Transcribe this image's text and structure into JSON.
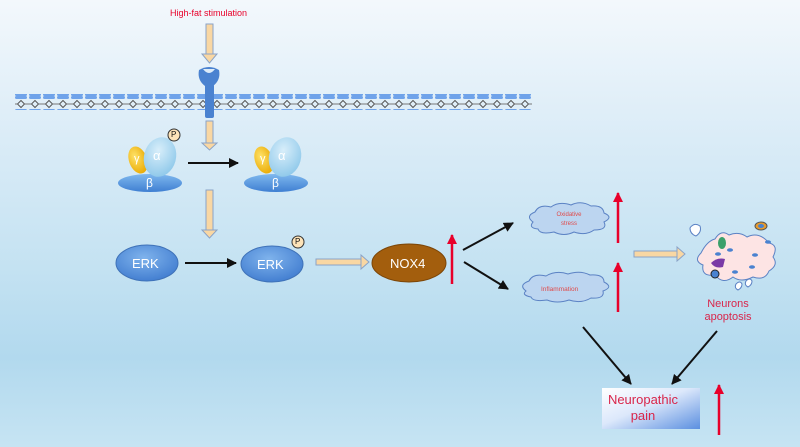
{
  "stimulus": {
    "label": "High-fat stimulation"
  },
  "g_protein": {
    "alpha": "α",
    "beta": "β",
    "gamma": "γ",
    "phospho": "P"
  },
  "erk": {
    "inactive_label": "ERK",
    "active_label": "ERK",
    "phospho": "P"
  },
  "nox4": {
    "label": "NOX4"
  },
  "outcomes": {
    "oxidative_stress": [
      "Oxidative",
      "stress"
    ],
    "inflammation": "Inflammation"
  },
  "neurons": {
    "label_line1": "Neurons",
    "label_line2": "apoptosis"
  },
  "pain": {
    "label_line1": "Neuropathic",
    "label_line2": "pain"
  },
  "colors": {
    "accent_red": "#e8002a",
    "text_red": "#d9254a",
    "receptor_blue": "#4a82d0",
    "erk_blue": "#4f8fdc",
    "nox4_brown": "#a35e0d",
    "arrow_tan": "#f9d7a3",
    "cloud_fill": "#bcd5f0"
  }
}
